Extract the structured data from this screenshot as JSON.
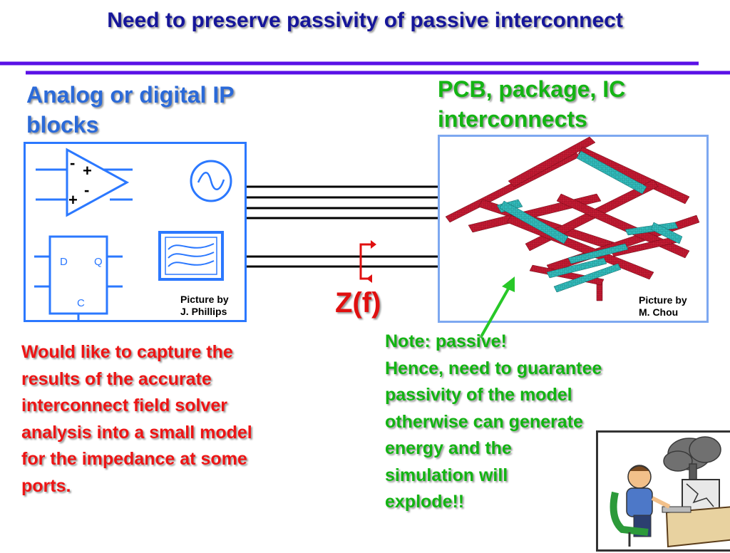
{
  "slide": {
    "title": "Need to preserve passivity of passive interconnect",
    "accent_color": "#5a10e6",
    "title_color": "#16169a"
  },
  "left_panel": {
    "heading_lines": [
      "Analog or digital IP",
      "blocks"
    ],
    "heading_color": "#2b6ad8",
    "opamp_plus": "+",
    "opamp_minus": "-",
    "flipflop_d": "D",
    "flipflop_q": "Q",
    "flipflop_c": "C",
    "credit_lines": [
      "Picture by",
      "J. Phillips"
    ]
  },
  "right_panel": {
    "heading_lines": [
      "PCB, package, IC",
      "interconnects"
    ],
    "heading_color": "#14b414",
    "credit_lines": [
      "Picture by",
      "M. Chou"
    ]
  },
  "impedance_label": "Z(f)",
  "left_paragraph": {
    "color": "#ee1414",
    "lines": [
      "Would like to capture the",
      "results of the accurate",
      "interconnect field solver",
      "analysis into a small model",
      "for the impedance at some",
      "ports."
    ]
  },
  "note": {
    "color": "#12b412",
    "lines": [
      "Note: passive!",
      "Hence, need to guarantee",
      "passivity of the model",
      "otherwise can generate",
      "energy and the",
      "simulation will",
      "explode!!"
    ]
  },
  "icons": {
    "opamp": "op-amp-symbol",
    "ac_source": "sine-source-symbol",
    "filter": "filter-block-symbol",
    "flipflop": "d-flipflop-symbol",
    "interconnect": "3d-interconnect-mesh",
    "cartoon": "exploding-computer-cartoon"
  }
}
